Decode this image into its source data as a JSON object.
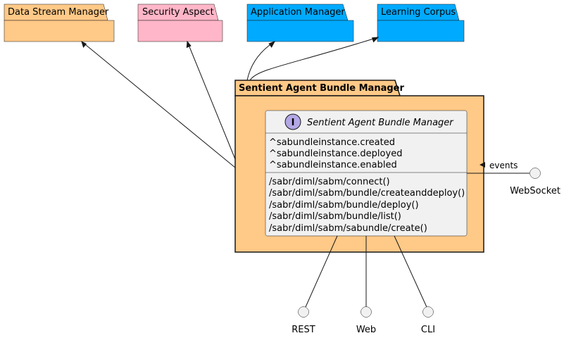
{
  "colors": {
    "data_stream": "#FFC987",
    "security": "#FFB6C8",
    "application": "#00AAFF",
    "learning": "#00AAFF",
    "bundle_package": "#FFC987",
    "class_box": "#F1F1F1",
    "interface_badge": "#B4A7E5",
    "interface_circle": "#F1F1F1",
    "line": "#181818"
  },
  "packages": {
    "data_stream": {
      "label": "Data Stream Manager"
    },
    "security": {
      "label": "Security Aspect"
    },
    "application": {
      "label": "Application Manager"
    },
    "learning": {
      "label": "Learning Corpus"
    },
    "bundle": {
      "label": "Sentient Agent Bundle Manager"
    }
  },
  "interface_class": {
    "badge": "I",
    "title": "Sentient Agent Bundle Manager",
    "events": [
      "^sabundleinstance.created",
      "^sabundleinstance.deployed",
      "^sabundleinstance.enabled"
    ],
    "methods": [
      "/sabr/diml/sabm/connect()",
      "/sabr/diml/sabm/bundle/createanddeploy()",
      "/sabr/diml/sabm/bundle/deploy()",
      "/sabr/diml/sabm/bundle/list()",
      "/sabr/diml/sabm/sabundle/create()"
    ]
  },
  "endpoints": {
    "websocket": "WebSocket",
    "rest": "REST",
    "web": "Web",
    "cli": "CLI"
  },
  "edge_labels": {
    "events": "events"
  }
}
